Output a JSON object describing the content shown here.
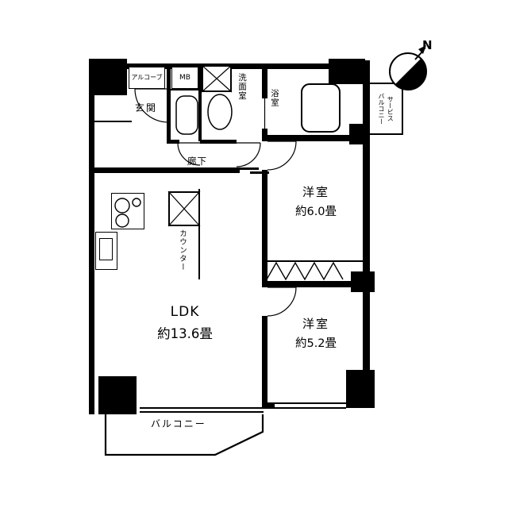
{
  "plan": {
    "compass": {
      "label": "N"
    },
    "labels": {
      "genkan": "玄関",
      "alcove": "アルコーブ",
      "mb": "MB",
      "washroom": "洗面室",
      "bath": "浴室",
      "service_balcony": "サービス\nバルコニー",
      "corridor": "廊下",
      "counter": "カウンター",
      "balcony": "バルコニー"
    },
    "rooms": {
      "ldk": {
        "name": "LDK",
        "area": "約13.6畳"
      },
      "bedroom_a": {
        "name": "洋室",
        "area": "約6.0畳"
      },
      "bedroom_b": {
        "name": "洋室",
        "area": "約5.2畳"
      }
    },
    "colors": {
      "wall": "#000000",
      "background": "#ffffff"
    }
  }
}
